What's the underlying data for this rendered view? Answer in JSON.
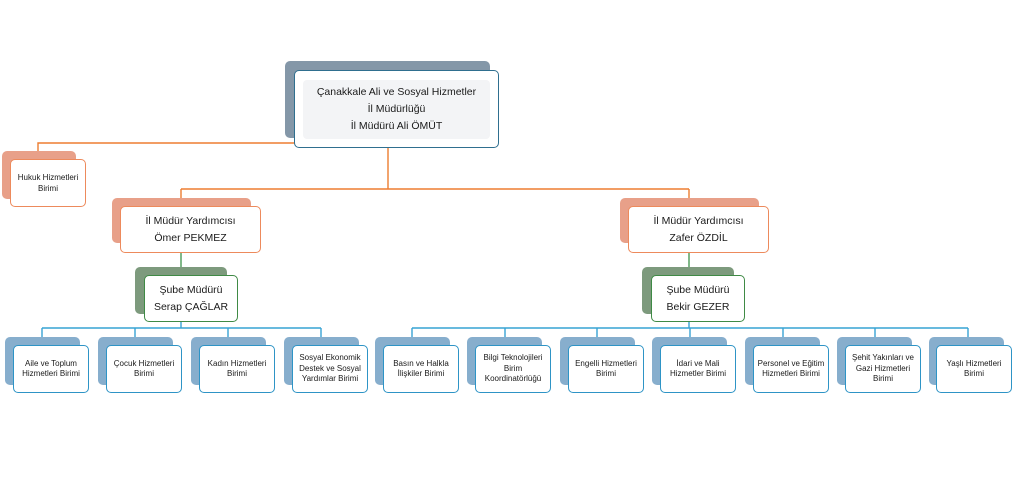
{
  "root": {
    "line1": "Çanakkale Ali ve Sosyal Hizmetler",
    "line2": "İl Müdürlüğü",
    "line3": "İl Müdürü Ali ÖMÜT"
  },
  "hukuk": {
    "line1": "Hukuk Hizmetleri",
    "line2": "Birimi"
  },
  "deputies": [
    {
      "title": "İl Müdür Yardımcısı",
      "name": "Ömer PEKMEZ",
      "branch": {
        "title": "Şube Müdürü",
        "name": "Serap ÇAĞLAR"
      },
      "units": [
        {
          "lines": [
            "Aile ve Toplum",
            "Hizmetleri Birimi"
          ]
        },
        {
          "lines": [
            "Çocuk Hizmetleri",
            "Birimi"
          ]
        },
        {
          "lines": [
            "Kadın Hizmetleri",
            "Birimi"
          ]
        },
        {
          "lines": [
            "Sosyal Ekonomik",
            "Destek ve Sosyal",
            "Yardımlar Birimi"
          ]
        }
      ]
    },
    {
      "title": "İl Müdür Yardımcısı",
      "name": "Zafer ÖZDİL",
      "branch": {
        "title": "Şube Müdürü",
        "name": "Bekir GEZER"
      },
      "units": [
        {
          "lines": [
            "Basın ve Halkla",
            "İlişkiler Birimi"
          ]
        },
        {
          "lines": [
            "Bilgi Teknolojileri",
            "Birim",
            "Koordinatörlüğü"
          ]
        },
        {
          "lines": [
            "Engelli Hizmetleri",
            "Birimi"
          ]
        },
        {
          "lines": [
            "İdari ve Mali",
            "Hizmetler Birimi"
          ]
        },
        {
          "lines": [
            "Personel ve Eğitim",
            "Hizmetleri Birimi"
          ]
        },
        {
          "lines": [
            "Şehit Yakınları ve",
            "Gazi Hizmetleri",
            "Birimi"
          ]
        },
        {
          "lines": [
            "Yaşlı Hizmetleri",
            "Birimi"
          ]
        }
      ]
    }
  ],
  "colors": {
    "primary_border": "#2f6f8f",
    "deputy_border": "#ed8a5c",
    "branch_border": "#3f8a45",
    "unit_border": "#2e94c6"
  }
}
